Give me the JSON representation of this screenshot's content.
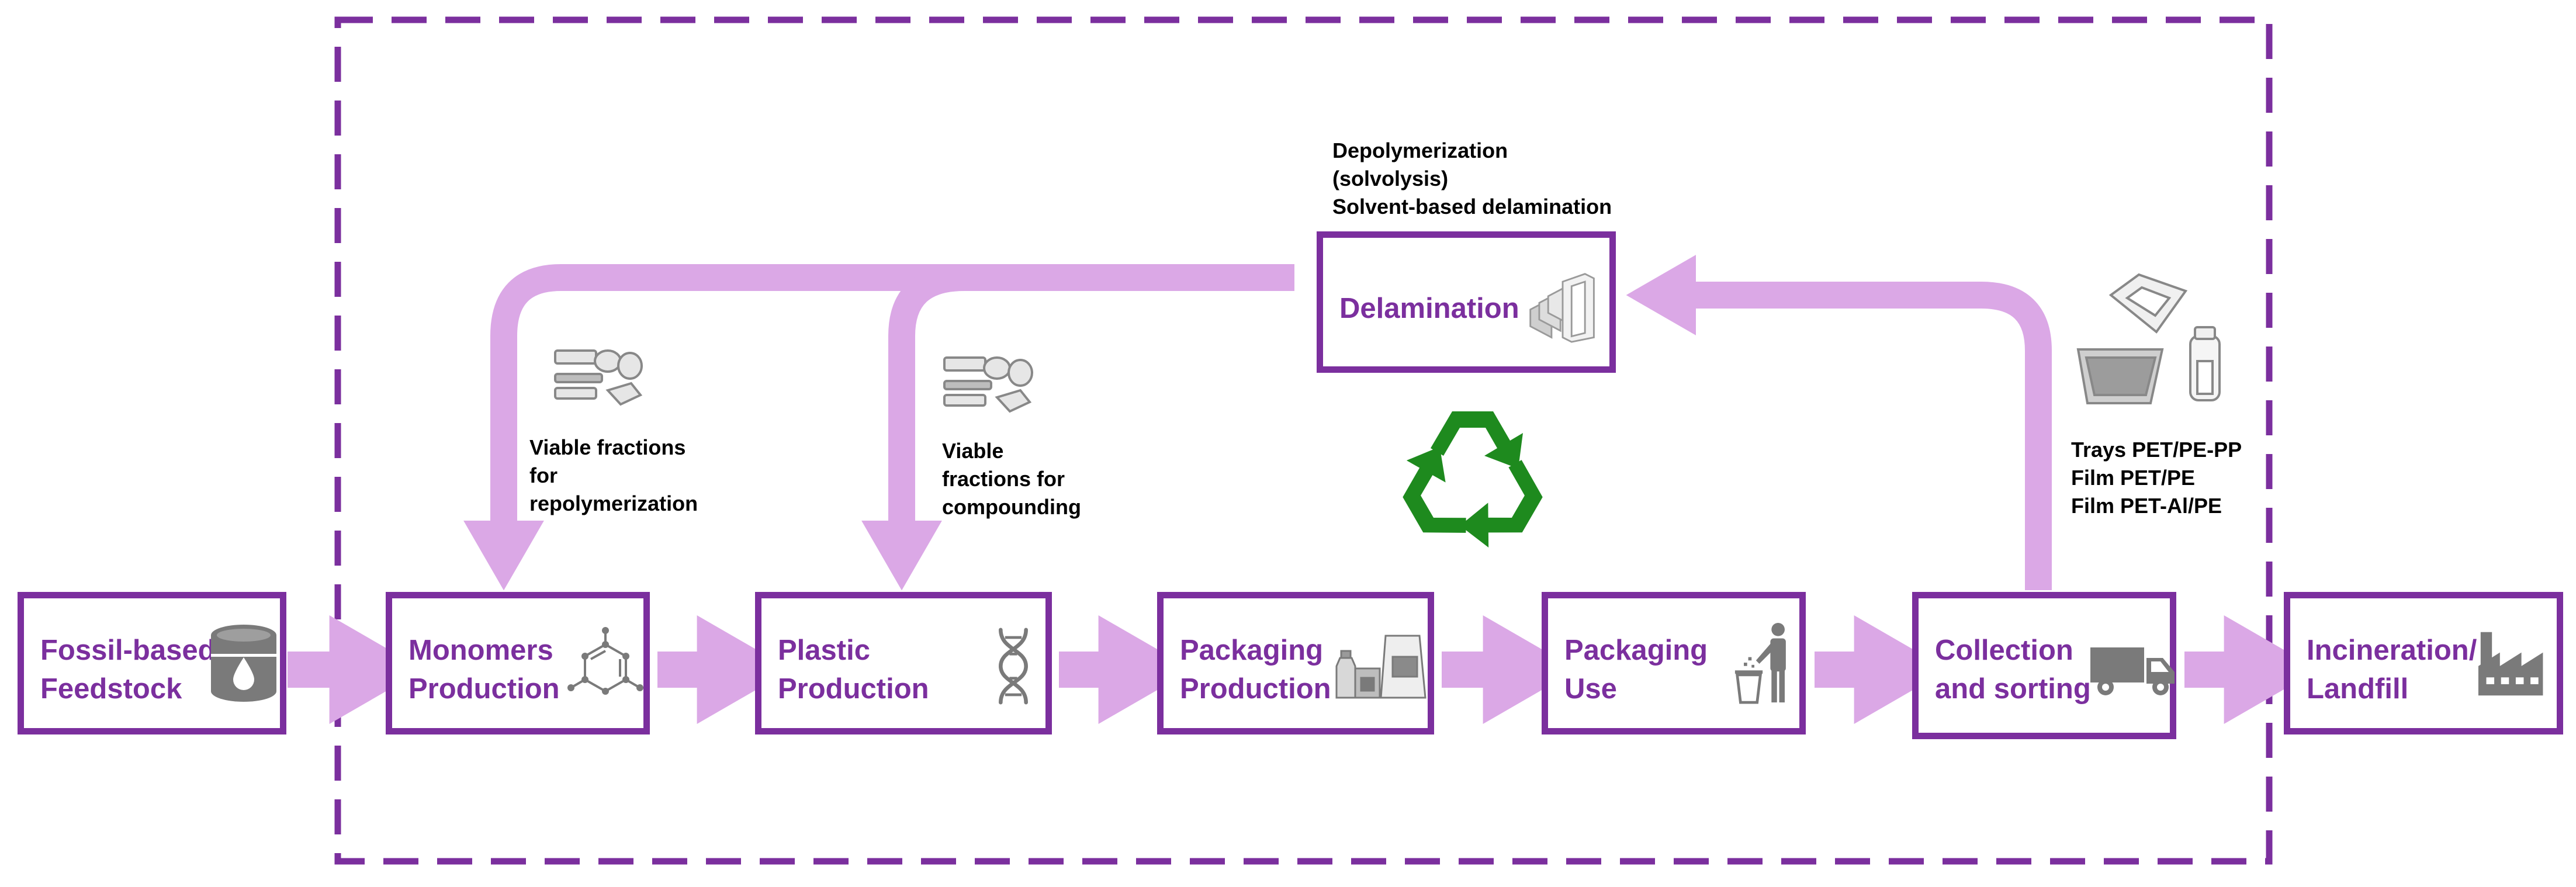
{
  "colors": {
    "box_border": "#7b2f9e",
    "box_text": "#7b2f9e",
    "arrow": "#dba8e6",
    "dashed_border": "#7b2f9e",
    "recycle_symbol": "#1e8a1e",
    "icon_gray": "#7a7a7a",
    "annotation_text": "#000000"
  },
  "boxes": [
    {
      "id": "fossil-based-feedstock",
      "label": "Fossil-based\nFeedstock",
      "icon": "oil-barrel-icon"
    },
    {
      "id": "monomers-production",
      "label": "Monomers\nProduction",
      "icon": "molecule-icon"
    },
    {
      "id": "plastic-production",
      "label": "Plastic\nProduction",
      "icon": "dna-icon"
    },
    {
      "id": "packaging-production",
      "label": "Packaging\nProduction",
      "icon": "packages-icon"
    },
    {
      "id": "packaging-use",
      "label": "Packaging\nUse",
      "icon": "person-trash-icon"
    },
    {
      "id": "collection-and-sorting",
      "label": "Collection\nand sorting",
      "icon": "truck-icon"
    },
    {
      "id": "incineration-landfill",
      "label": "Incineration/\nLandfill",
      "icon": "factory-icon"
    },
    {
      "id": "delamination",
      "label": "Delamination",
      "icon": "layers-icon"
    }
  ],
  "annotations": {
    "delamination_process": "Depolymerization\n(solvolysis)\nSolvent-based delamination",
    "repolymerization": "Viable fractions\nfor\nrepolymerization",
    "compounding": "Viable\nfractions for\ncompounding",
    "packaging_types": "Trays PET/PE-PP\nFilm PET/PE\nFilm PET-Al/PE"
  },
  "center_symbol": "recycle-symbol-icon"
}
